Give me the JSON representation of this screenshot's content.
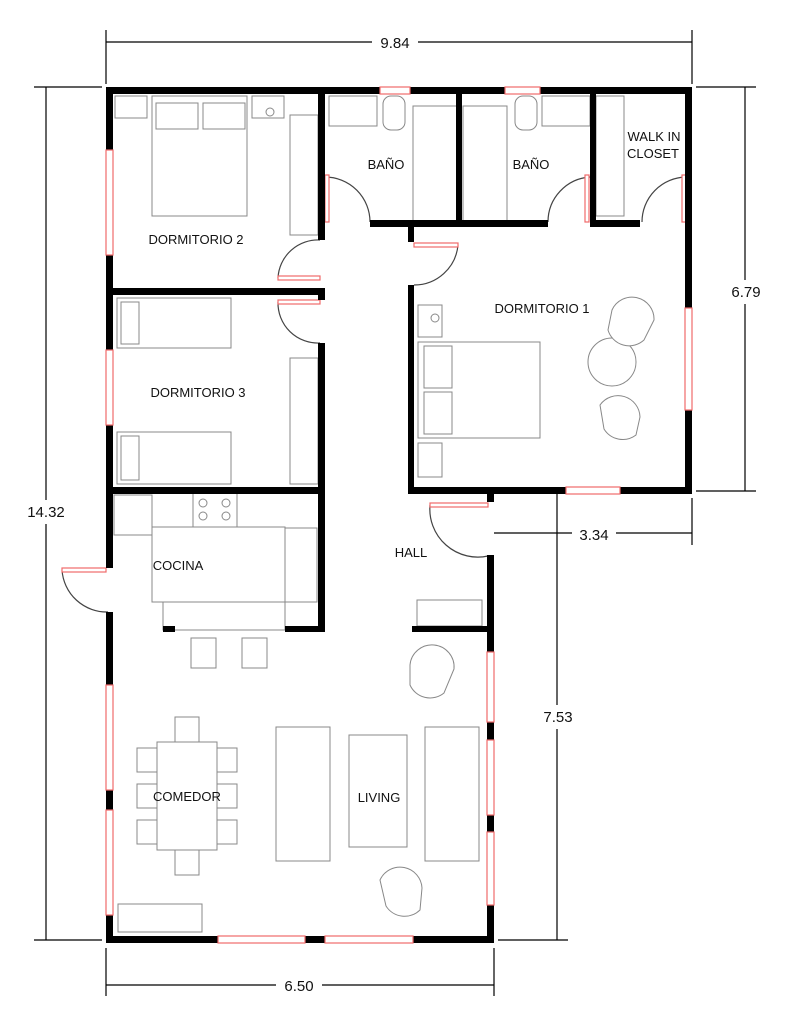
{
  "rooms": {
    "dormitorio_1": "DORMITORIO 1",
    "dormitorio_2": "DORMITORIO 2",
    "dormitorio_3": "DORMITORIO 3",
    "bano_1": "BAÑO",
    "bano_2": "BAÑO",
    "closet_line1": "WALK IN",
    "closet_line2": "CLOSET",
    "cocina": "COCINA",
    "hall": "HALL",
    "comedor": "COMEDOR",
    "living": "LIVING"
  },
  "dimensions": {
    "total_width": "9.84",
    "total_height": "14.32",
    "dorm1_height": "6.79",
    "dorm1_offset": "3.34",
    "living_height": "7.53",
    "living_width": "6.50"
  },
  "colors": {
    "wall": "#000000",
    "window": "#f06a6a",
    "furniture": "#888888"
  }
}
